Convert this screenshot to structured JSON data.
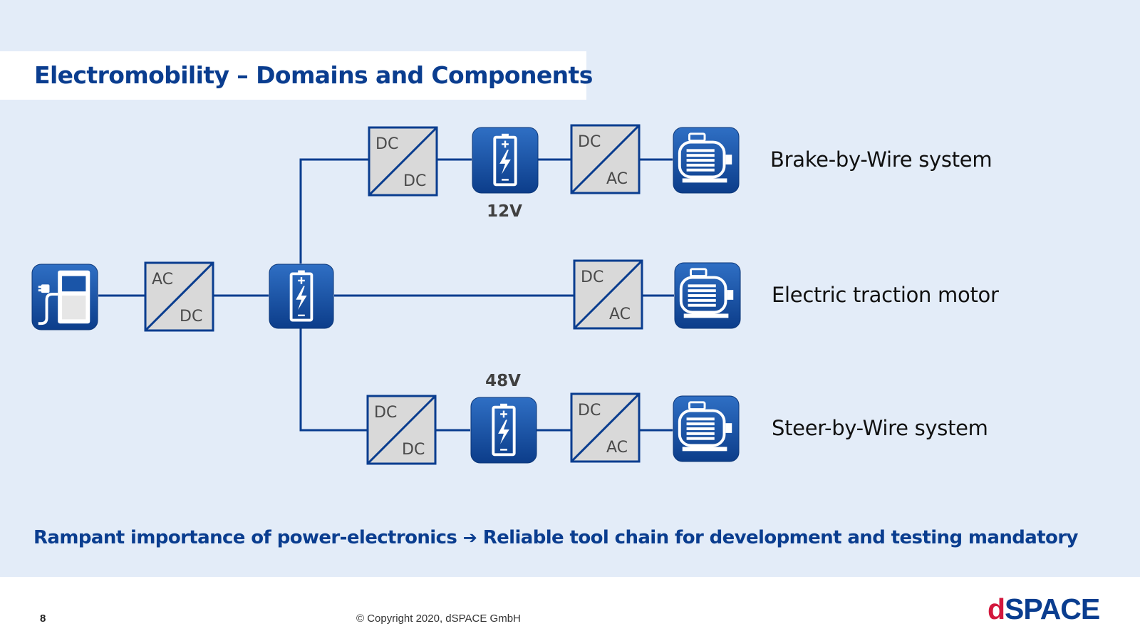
{
  "title": "Electromobility – Domains and Components",
  "converters": {
    "ac_dc": {
      "in": "AC",
      "out": "DC"
    },
    "dc_dc": {
      "in": "DC",
      "out": "DC"
    },
    "dc_ac": {
      "in": "DC",
      "out": "AC"
    }
  },
  "voltages": {
    "low": "12V",
    "mid": "48V"
  },
  "systems": {
    "brake": "Brake-by-Wire system",
    "traction": "Electric traction motor",
    "steer": "Steer-by-Wire system"
  },
  "icons": {
    "charger": "charging-station-icon",
    "battery": "battery-icon",
    "motor": "electric-motor-icon"
  },
  "colors": {
    "accent": "#0a3d8f",
    "icon_tile": "#1a55a8",
    "converter_fill": "#d9d9d9",
    "logo_red": "#d3183d"
  },
  "tagline": {
    "left": "Rampant importance of power-electronics",
    "arrow": "➔",
    "right": "Reliable tool chain for development and testing mandatory"
  },
  "footer": {
    "page_number": "8",
    "copyright": "© Copyright 2020, dSPACE GmbH",
    "logo_d": "d",
    "logo_space": "SPACE"
  }
}
